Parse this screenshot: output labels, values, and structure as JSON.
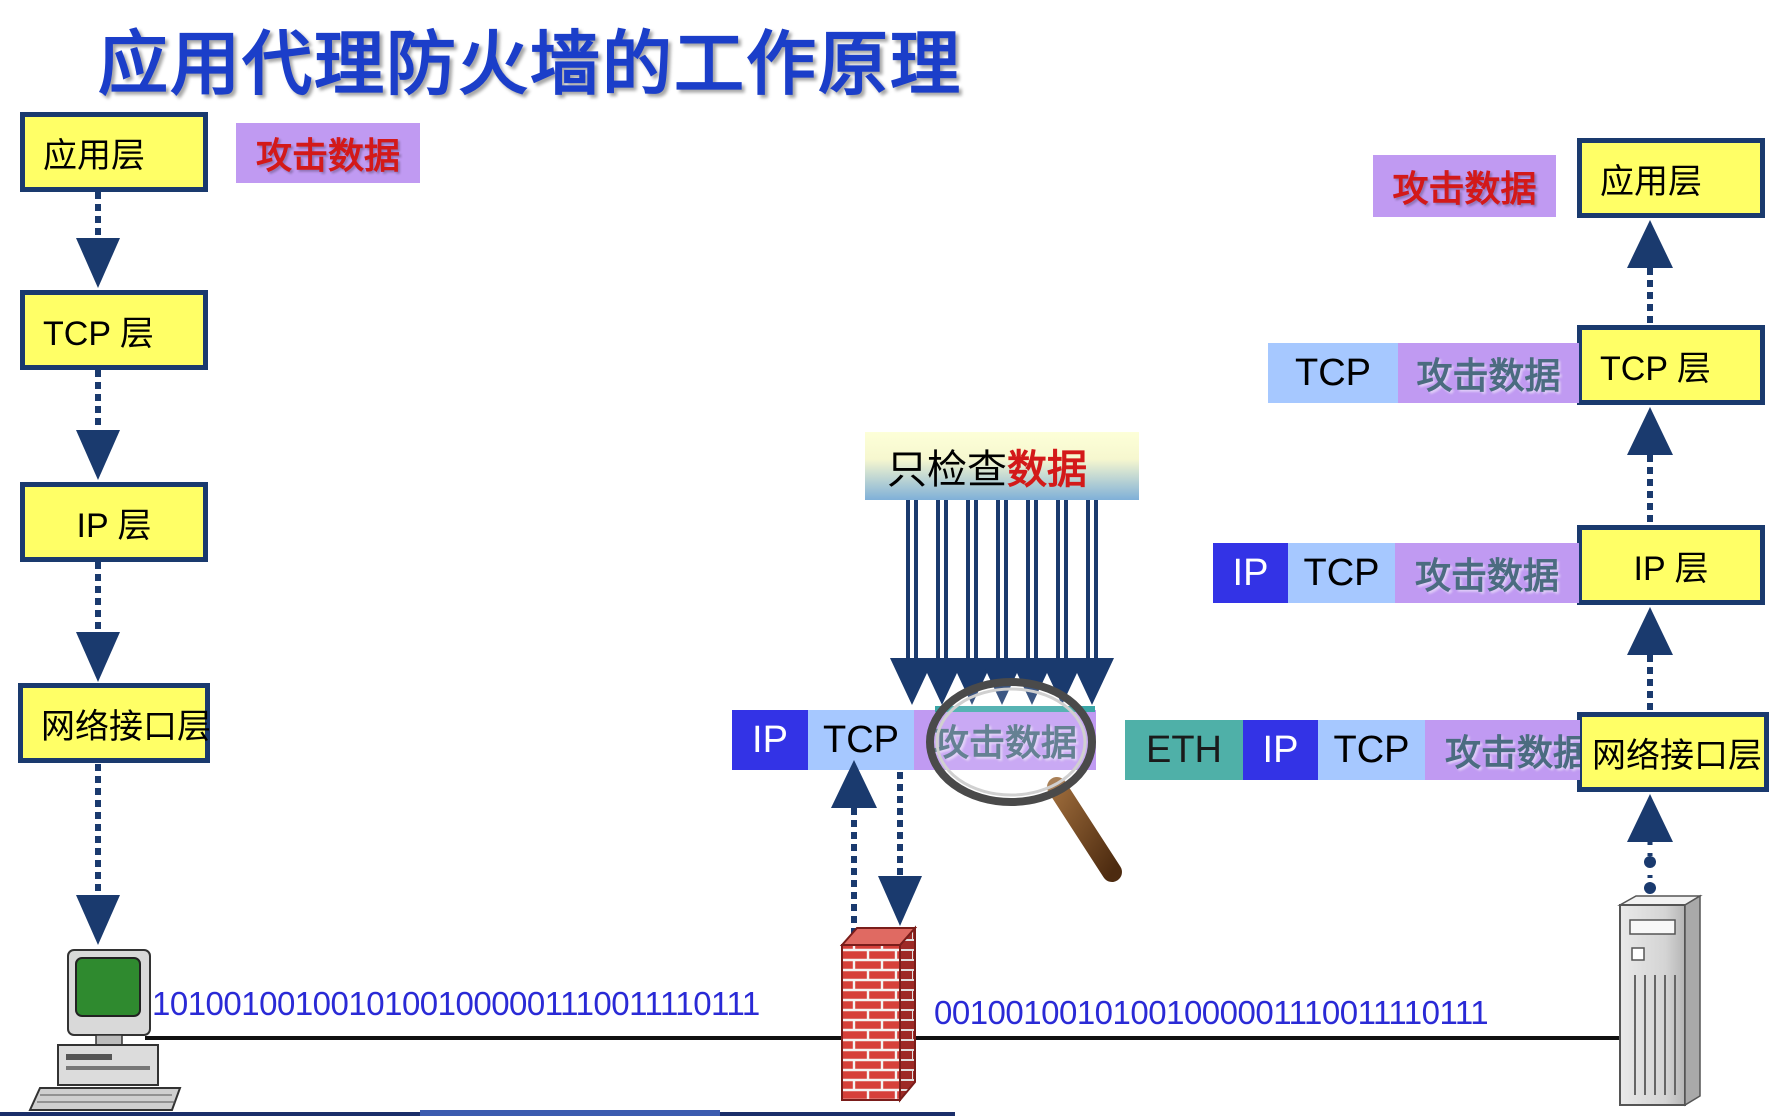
{
  "title": "应用代理防火墙的工作原理",
  "left_stack": {
    "app": "应用层",
    "tcp": "TCP 层",
    "ip": "IP 层",
    "net": "网络接口层",
    "attack_label": "攻击数据"
  },
  "right_stack": {
    "app": "应用层",
    "tcp": "TCP 层",
    "ip": "IP 层",
    "net": "网络接口层",
    "attack_label": "攻击数据"
  },
  "right_packets": {
    "tcp_row": {
      "tcp": "TCP",
      "data": "攻击数据"
    },
    "ip_row": {
      "ip": "IP",
      "tcp": "TCP",
      "data": "攻击数据"
    },
    "eth_row": {
      "eth": "ETH",
      "ip": "IP",
      "tcp": "TCP",
      "data": "攻击数据"
    }
  },
  "firewall": {
    "check_prefix": "只检查",
    "check_highlight": "数据",
    "packet": {
      "ip": "IP",
      "tcp": "TCP",
      "data": "攻击数据"
    }
  },
  "bitstream_left": "10100100100101001000001110011110111",
  "bitstream_right": "00100100101001000001110011110111",
  "colors": {
    "title": "#1b3ec9",
    "layer_fill": "#ffff66",
    "layer_border": "#1a3a6e",
    "ip_cell": "#3333e6",
    "tcp_cell": "#a6c8ff",
    "data_cell": "#c09af2",
    "eth_cell": "#4fb0a8",
    "attack_text": "#d31919",
    "arrow": "#1a3a6e"
  }
}
